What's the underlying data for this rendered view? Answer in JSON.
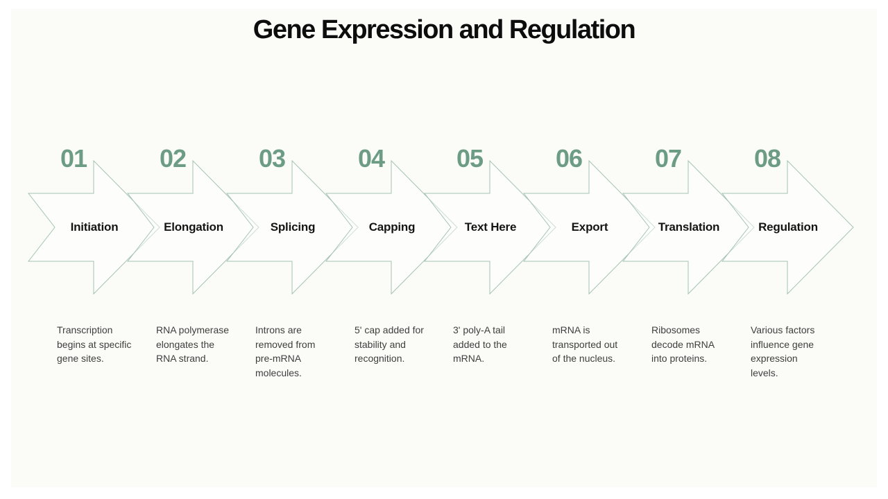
{
  "title": "Gene Expression and Regulation",
  "theme": {
    "number_color": "#6d9c85",
    "arrow_stroke": "#a4c3b3",
    "label_color": "#151515",
    "desc_color": "#3e3e3e",
    "title_color": "#0d0d0d",
    "panel_bg": "#fbfbf7"
  },
  "steps": [
    {
      "number": "01",
      "label": "Initiation",
      "description": "Transcription begins at specific gene sites."
    },
    {
      "number": "02",
      "label": "Elongation",
      "description": "RNA polymerase elongates the RNA strand."
    },
    {
      "number": "03",
      "label": "Splicing",
      "description": "Introns are removed from pre-mRNA molecules."
    },
    {
      "number": "04",
      "label": "Capping",
      "description": "5' cap added for stability and recognition."
    },
    {
      "number": "05",
      "label": "Text Here",
      "description": "3' poly-A tail added to the mRNA."
    },
    {
      "number": "06",
      "label": "Export",
      "description": "mRNA is transported out of the nucleus."
    },
    {
      "number": "07",
      "label": "Translation",
      "description": "Ribosomes decode mRNA into proteins."
    },
    {
      "number": "08",
      "label": "Regulation",
      "description": "Various factors influence gene expression levels."
    }
  ]
}
